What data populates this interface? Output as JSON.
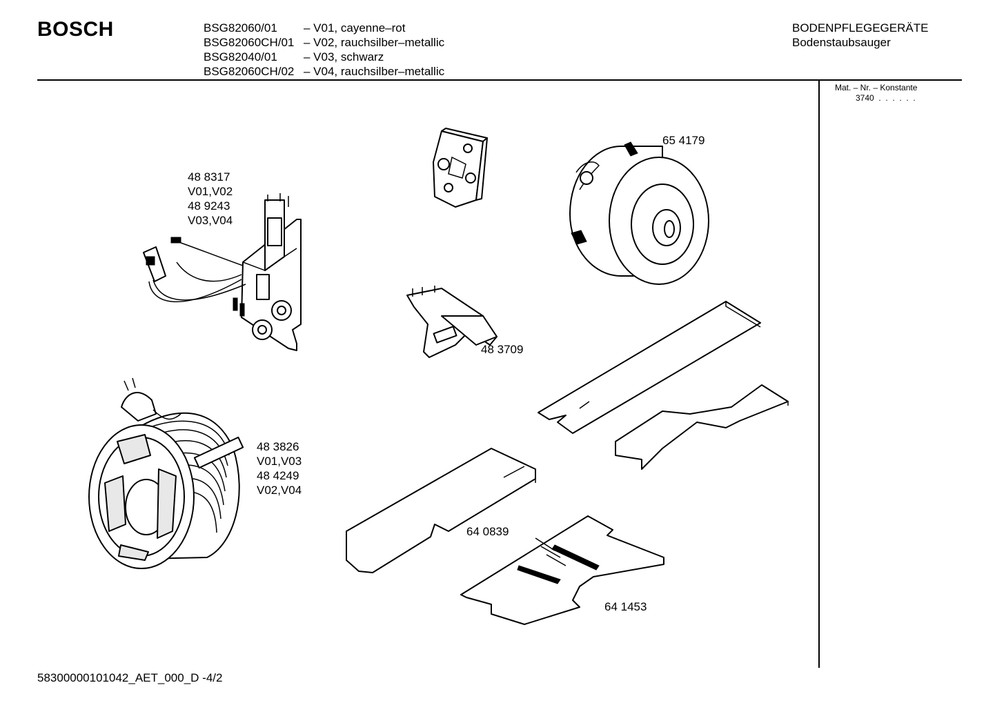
{
  "header": {
    "brand": "BOSCH",
    "models": [
      {
        "code": "BSG82060/01",
        "variant": "– V01, cayenne–rot"
      },
      {
        "code": "BSG82060CH/01",
        "variant": "– V02, rauchsilber–metallic"
      },
      {
        "code": "BSG82040/01",
        "variant": "– V03, schwarz"
      },
      {
        "code": "BSG82060CH/02",
        "variant": "– V04, rauchsilber–metallic"
      }
    ],
    "category_line1": "BODENPFLEGEGERÄTE",
    "category_line2": "Bodenstaubsauger"
  },
  "sidebar": {
    "title": "Mat. – Nr. – Konstante",
    "value": "3740  .  .  .  .  .  ."
  },
  "parts": {
    "electronics": [
      "48 8317",
      "V01,V02",
      "48 9243",
      "V03,V04"
    ],
    "motor": "65 4179",
    "switch": "48 3709",
    "cable_reel": [
      "48 3826",
      "V01,V03",
      "48 4249",
      "V02,V04"
    ],
    "plate_a": "64 0839",
    "plate_b": "64 1453"
  },
  "footer": {
    "document_id": "58300000101042_AET_000_D  -4/2"
  }
}
